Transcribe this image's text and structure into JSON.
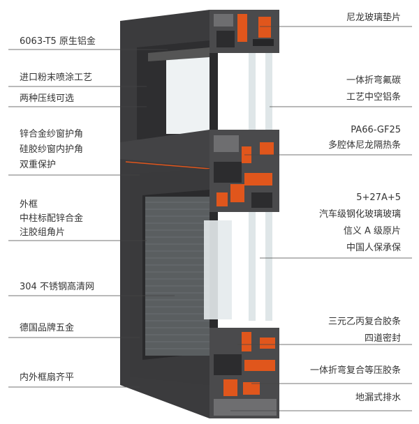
{
  "left_labels": [
    [
      "6063-T5 原生铝金"
    ],
    [
      "进口粉末喷涂工艺"
    ],
    [
      "两种压线可选"
    ],
    [
      "锌合金纱窗护角",
      "硅胶纱窗内护角",
      "双重保护"
    ],
    [
      "外框",
      "中柱标配锌合金",
      "注胶组角片"
    ],
    [
      "304 不锈钢高清网"
    ],
    [
      "德国品牌五金"
    ],
    [
      "内外框扇齐平"
    ]
  ],
  "right_labels": [
    [
      "尼龙玻璃垫片"
    ],
    [
      "一体折弯氟碳",
      "工艺中空铝条"
    ],
    [
      "PA66-GF25",
      "多腔体尼龙隔热条"
    ],
    [
      "5+27A+5",
      "汽车级钢化玻璃玻璃",
      "信义 A 级原片",
      "中国人保承保"
    ],
    [
      "三元乙丙复合胶条",
      "四道密封"
    ],
    [
      "一体折弯复合等压胶条"
    ],
    [
      "地漏式排水"
    ]
  ],
  "colors": {
    "frame_dark": "#3a3a3c",
    "frame_mid": "#4a4a4c",
    "accent_orange": "#e0561c",
    "glass": "#e9eef0",
    "text": "#333333",
    "leader_line": "#444444"
  }
}
